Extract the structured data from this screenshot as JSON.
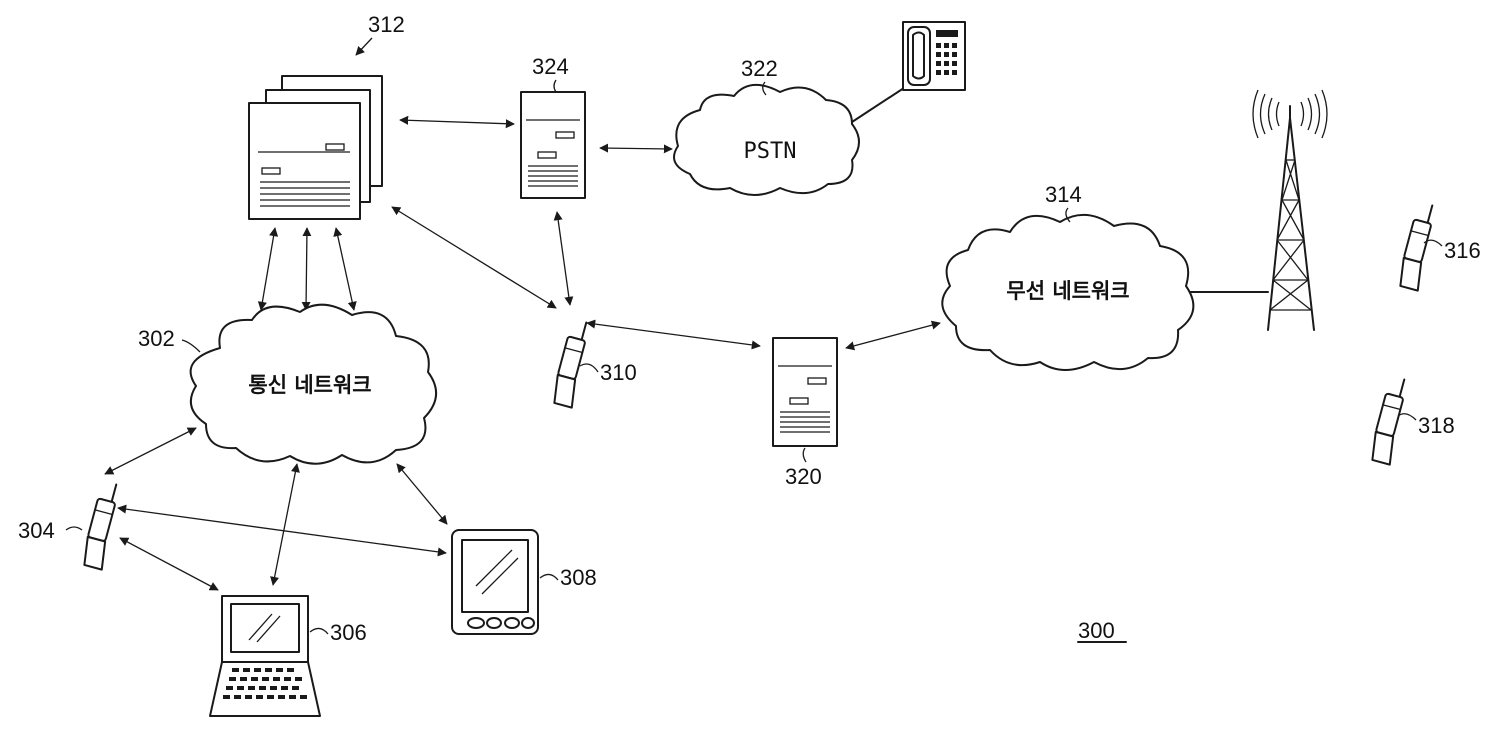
{
  "clouds": {
    "comm_network": "통신 네트워크",
    "wireless_network": "무선 네트워크",
    "pstn": "PSTN"
  },
  "labels": {
    "figure": "300",
    "comm_network": "302",
    "phone_304": "304",
    "laptop": "306",
    "pda": "308",
    "phone_310": "310",
    "server_group": "312",
    "wireless_network": "314",
    "phone_316": "316",
    "phone_318": "318",
    "server_320": "320",
    "pstn": "322",
    "server_324": "324"
  }
}
